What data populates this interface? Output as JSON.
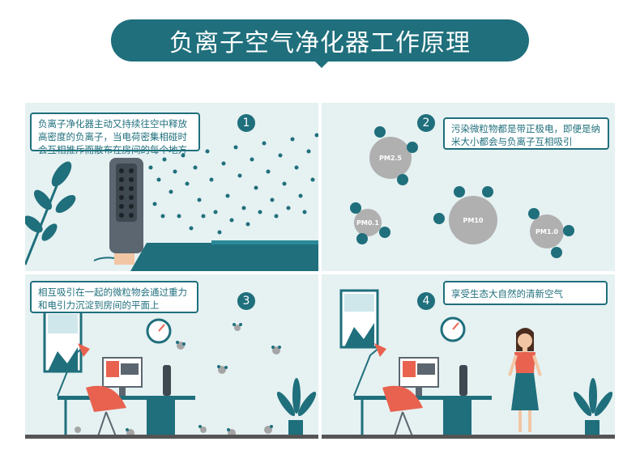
{
  "header": {
    "title": "负离子空气净化器工作原理"
  },
  "panels": [
    {
      "number": "1",
      "text": "负离子净化器主动又持续往空中释放高密度的负离子，当电荷密集相碰时会互相推斥而散布在房间的每个地方"
    },
    {
      "number": "2",
      "text": "污染微粒物都是带正极电，即便是纳米大小都会与负离子互相吸引",
      "particles": [
        "PM2.5",
        "PM0.1",
        "PM10",
        "PM1.0"
      ]
    },
    {
      "number": "3",
      "text": "相互吸引在一起的微粒物会通过重力和电引力沉淀到房间的平面上"
    },
    {
      "number": "4",
      "text": "享受生态大自然的清新空气"
    }
  ],
  "colors": {
    "teal": "#1f6f7c",
    "panel_bg": "#e6f1f2",
    "chair": "#e8624f",
    "particle": "#b0b0b0"
  }
}
